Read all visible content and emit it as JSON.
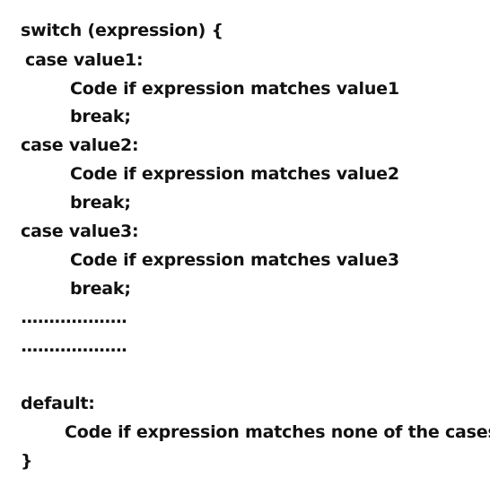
{
  "code": {
    "lines": [
      "switch (expression) {",
      "case value1:",
      "Code if expression matches value1",
      "break;",
      "case value2:",
      "Code if expression matches value2",
      "break;",
      "case value3:",
      "Code if expression matches value3",
      "break;",
      "...................",
      "...................",
      "default:",
      "Code if expression matches none of the cases",
      "}"
    ]
  }
}
